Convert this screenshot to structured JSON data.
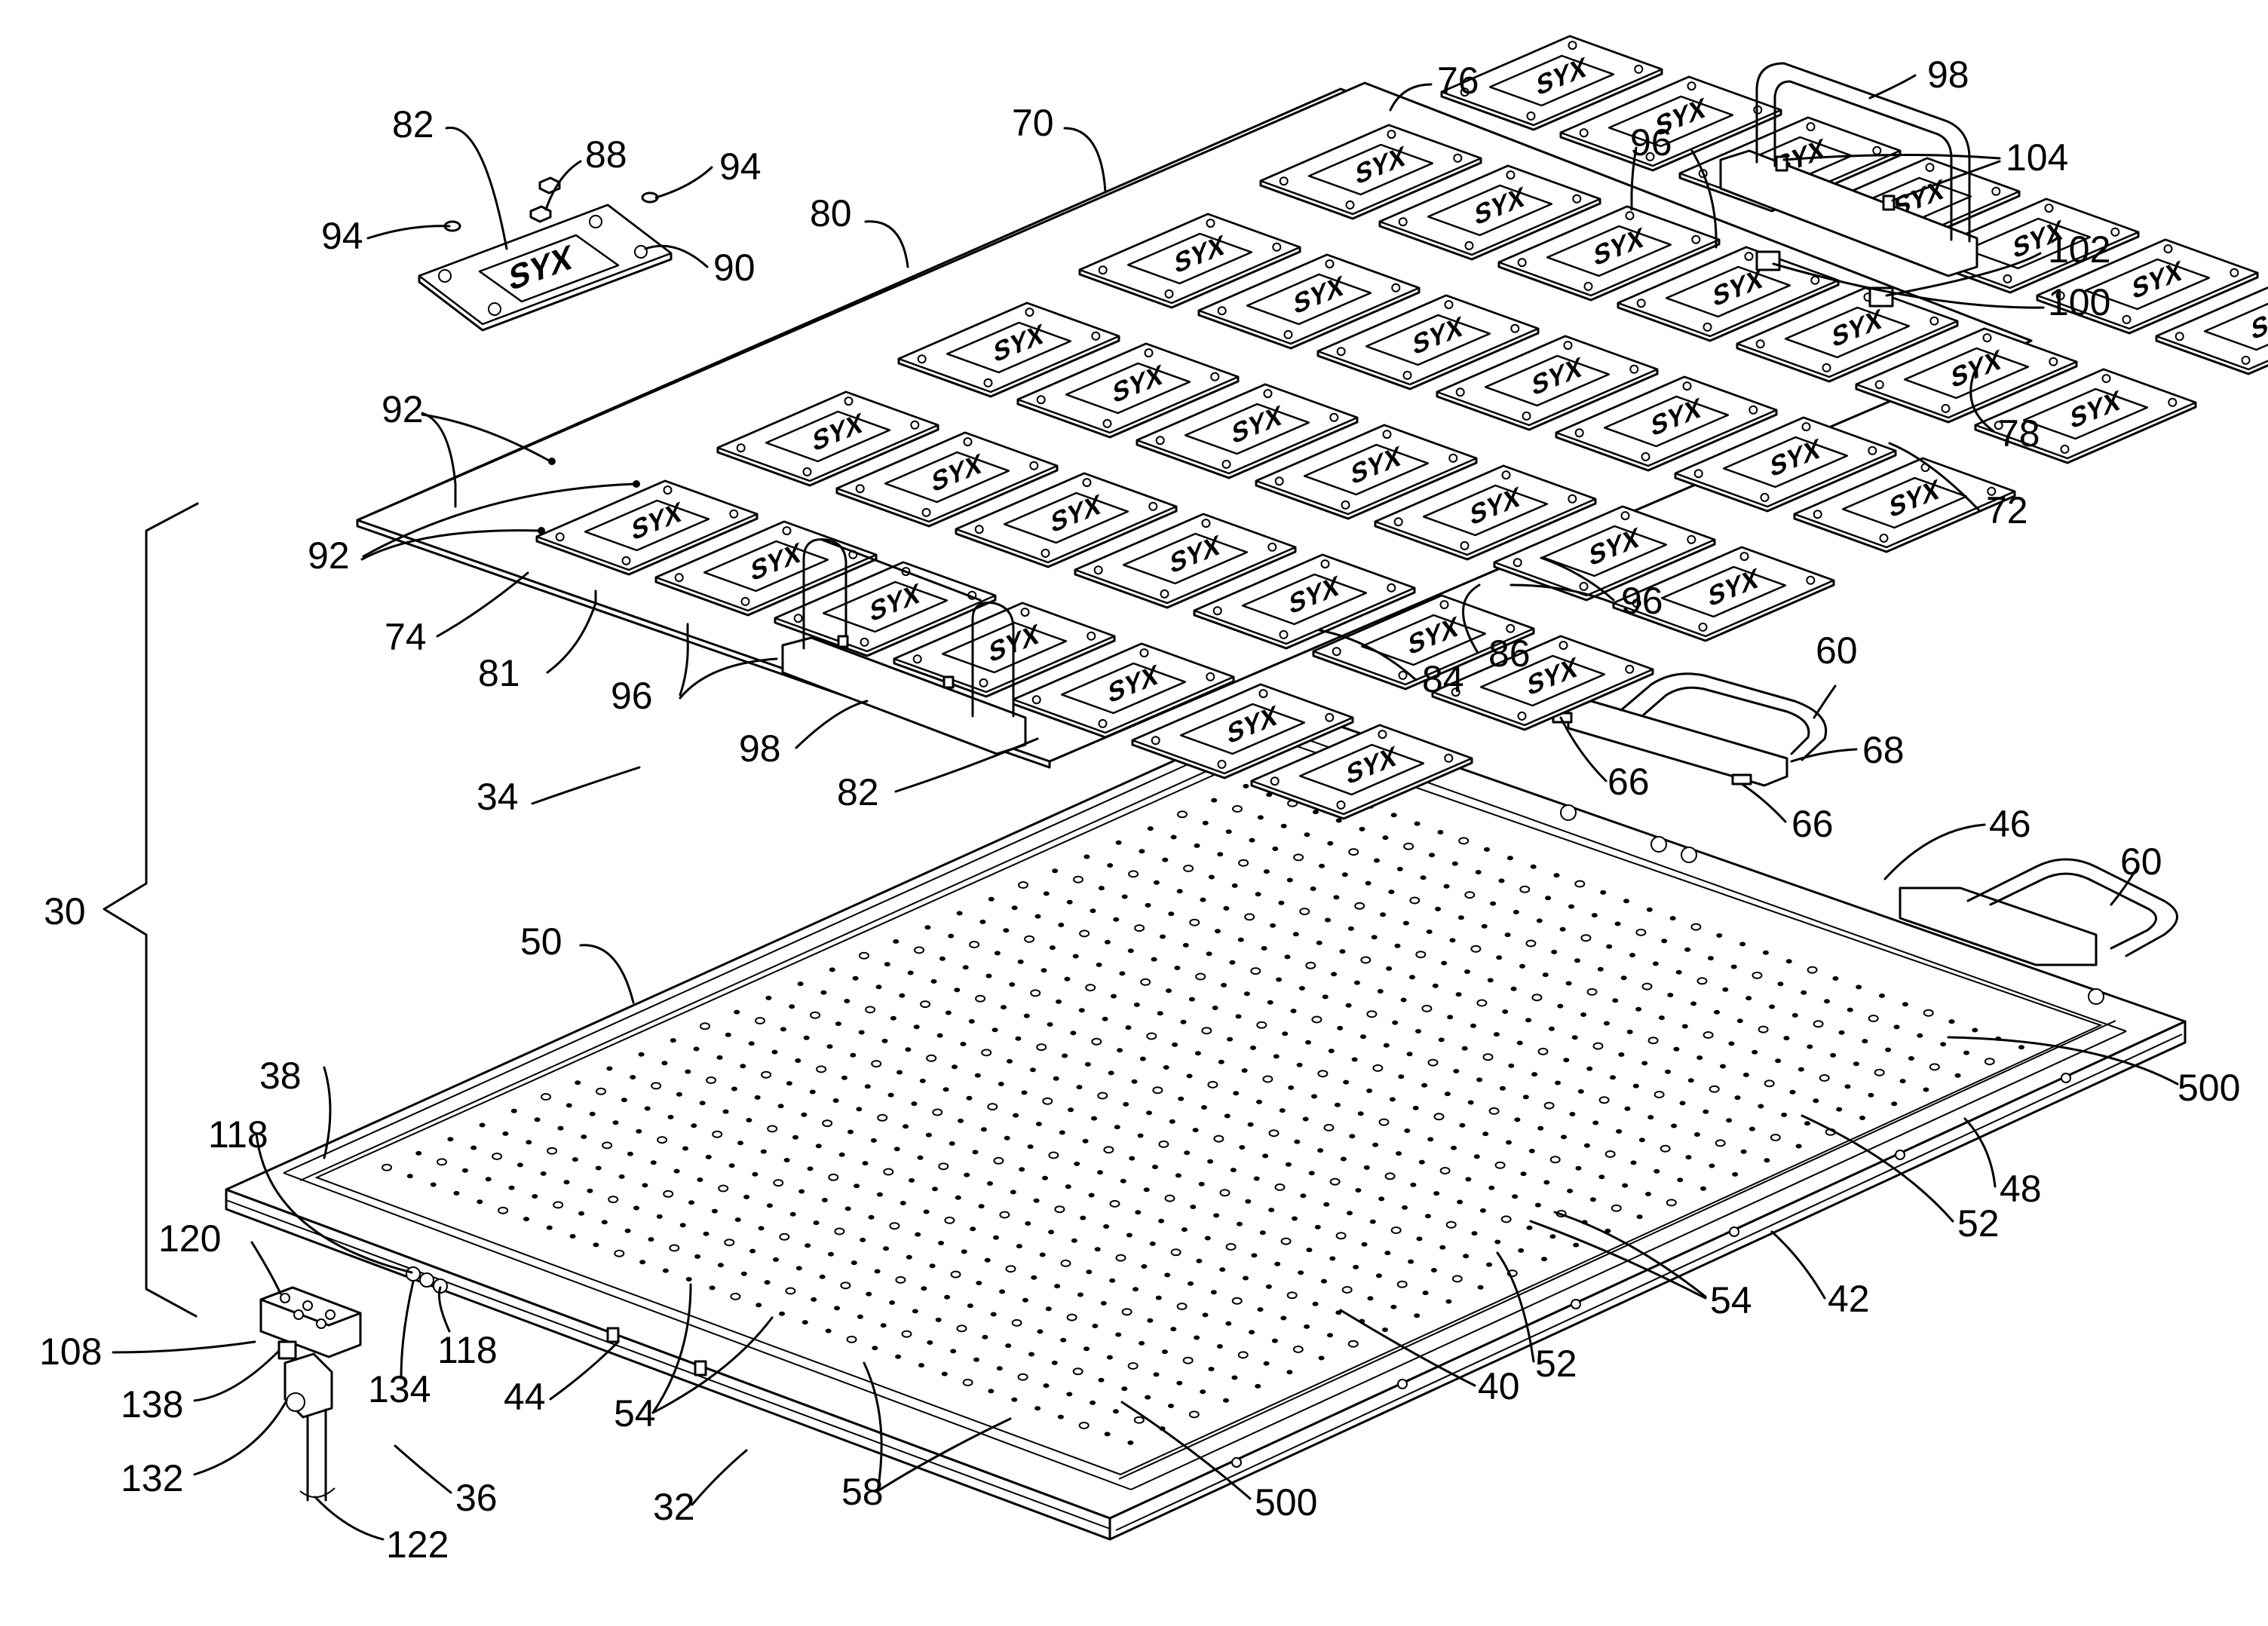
{
  "figure": {
    "reference_numerals": [
      "30",
      "32",
      "34",
      "36",
      "38",
      "40",
      "42",
      "44",
      "46",
      "48",
      "50",
      "52",
      "54",
      "58",
      "60",
      "66",
      "68",
      "70",
      "72",
      "74",
      "76",
      "78",
      "80",
      "81",
      "82",
      "84",
      "86",
      "88",
      "90",
      "92",
      "94",
      "96",
      "98",
      "100",
      "102",
      "104",
      "108",
      "118",
      "120",
      "122",
      "132",
      "134",
      "138",
      "500"
    ],
    "pad_logo_text": "SYX"
  }
}
